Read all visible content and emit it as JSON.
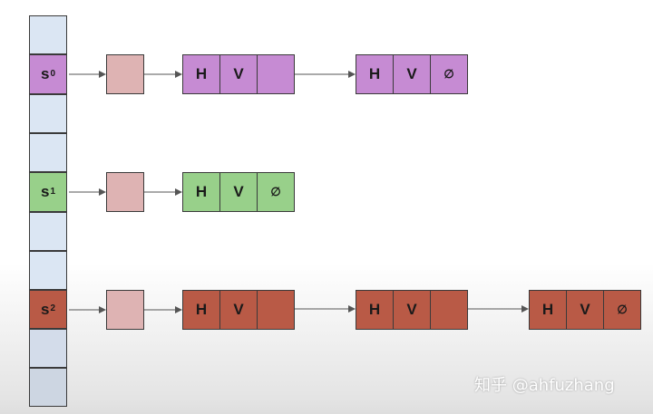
{
  "slots": [
    {
      "label": "s",
      "index": "0",
      "color": "#c68bd3"
    },
    {
      "label": "s",
      "index": "1",
      "color": "#98d08a"
    },
    {
      "label": "s",
      "index": "2",
      "color": "#b95a46"
    }
  ],
  "node": {
    "h": "H",
    "v": "V",
    "null_symbol": "∅"
  },
  "watermark": "知乎 @ahfuzhang"
}
